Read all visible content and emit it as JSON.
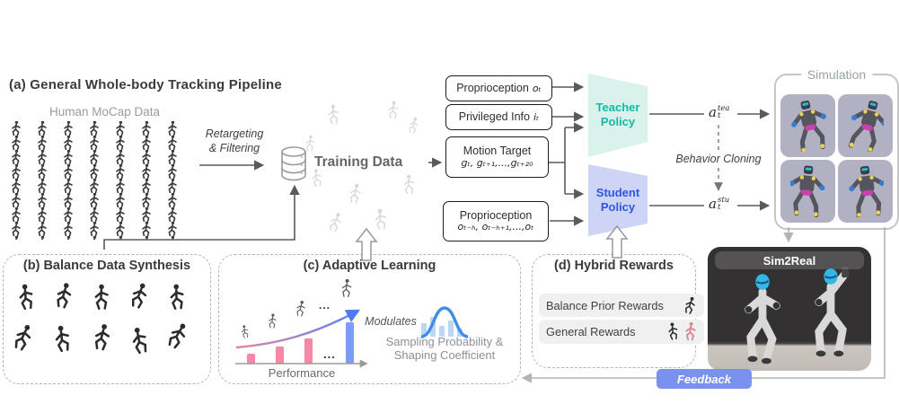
{
  "colors": {
    "teacher_text": "#14b8a8",
    "teacher_fill": "#d9f2ec",
    "student_text": "#2e55e6",
    "student_fill": "#cdd4f6",
    "feedback_bg": "#7b91ef",
    "bar_pink": "#f787a7",
    "bar_blue": "#7d9df4",
    "bell_blue": "#3f8de8",
    "bell_bars": "#bcd7f5",
    "mocap_figure": "#d89a80",
    "sim_tile_bg": "#b2b1c4"
  },
  "section_a": {
    "title": "(a) General Whole-body Tracking Pipeline",
    "mocap_label": "Human MoCap Data",
    "retargeting_line1": "Retargeting",
    "retargeting_line2": "& Filtering",
    "training_data_label": "Training Data",
    "boxes": {
      "proprioception_t": {
        "label": "Proprioception",
        "math": "oₜ"
      },
      "privileged_info": {
        "label": "Privileged Info",
        "math": "iₜ"
      },
      "motion_target": {
        "label": "Motion Target",
        "math": "gₜ, gₜ₊₁,...,gₜ₊₂₀"
      },
      "proprioception_hist": {
        "label": "Proprioception",
        "math": "oₜ₋ₕ, oₜ₋ₕ₊₁,...,oₜ"
      }
    },
    "teacher": {
      "line1": "Teacher",
      "line2": "Policy"
    },
    "student": {
      "line1": "Student",
      "line2": "Policy"
    },
    "action_teacher": {
      "base": "a",
      "sub": "t",
      "sup": "tea"
    },
    "action_student": {
      "base": "a",
      "sub": "t",
      "sup": "stu"
    },
    "behavior_cloning": "Behavior Cloning"
  },
  "simulation": {
    "title": "Simulation"
  },
  "sim2real": {
    "label": "Sim2Real"
  },
  "feedback": {
    "label": "Feedback"
  },
  "section_b": {
    "title": "(b) Balance Data Synthesis"
  },
  "section_c": {
    "title": "(c) Adaptive Learning",
    "performance_label": "Performance",
    "modulates_label": "Modulates",
    "result_line1": "Sampling Probability &",
    "result_line2": "Shaping Coefficient",
    "dots_bars": "...",
    "dots_curve": "...",
    "chart": {
      "type": "bar",
      "pink_bar_heights": [
        11,
        19,
        28
      ],
      "blue_bar_height": 46,
      "xlabel": "Performance"
    }
  },
  "section_d": {
    "title": "(d) Hybrid Rewards",
    "rewards": [
      {
        "label": "Balance Prior Rewards"
      },
      {
        "label": "General Rewards"
      }
    ]
  }
}
